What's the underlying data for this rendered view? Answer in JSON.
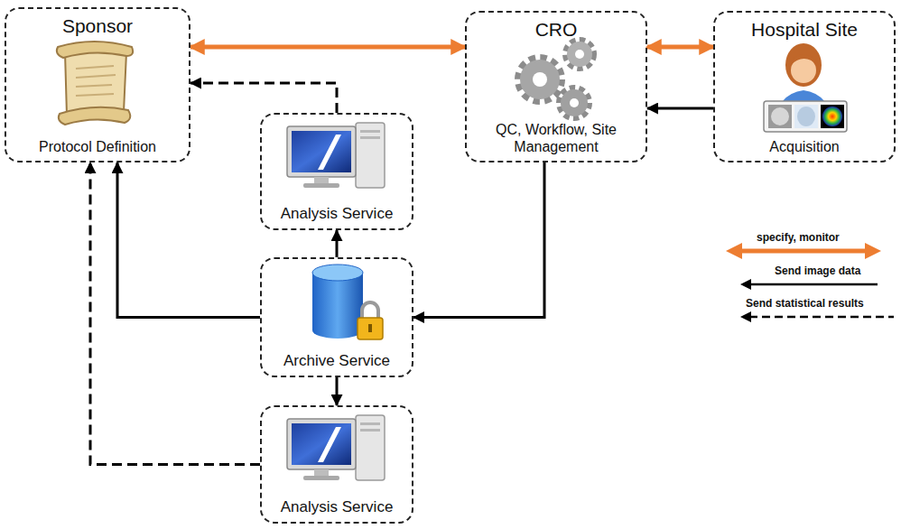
{
  "diagram": {
    "nodes": [
      {
        "text": [
          "Sponsor",
          "Protocol Definition"
        ]
      },
      {
        "text": [
          "CRO",
          "QC, Workflow, Site Management"
        ]
      },
      {
        "text": [
          "Hospital Site",
          "Acquisition"
        ]
      },
      {
        "text": [
          "Analysis Service"
        ]
      },
      {
        "text": [
          "Archive Service"
        ]
      },
      {
        "text": [
          "Analysis Service"
        ]
      }
    ],
    "edges": [
      {
        "from": 0,
        "to": 1,
        "arrow": "both"
      },
      {
        "from": 1,
        "to": 2,
        "arrow": "both"
      },
      {
        "from": 2,
        "to": 1,
        "arrow": "to"
      },
      {
        "from": 1,
        "to": 4,
        "arrow": "to"
      },
      {
        "from": 4,
        "to": 0,
        "arrow": "to"
      },
      {
        "from": 4,
        "to": 3,
        "arrow": "to"
      },
      {
        "from": 4,
        "to": 5,
        "arrow": "to"
      },
      {
        "from": 3,
        "to": 0,
        "arrow": "to"
      },
      {
        "from": 5,
        "to": 0,
        "arrow": "to"
      }
    ],
    "legend": [
      {
        "text": "specify, monitor"
      },
      {
        "text": "Send image data"
      },
      {
        "text": "Send statistical results"
      }
    ]
  }
}
